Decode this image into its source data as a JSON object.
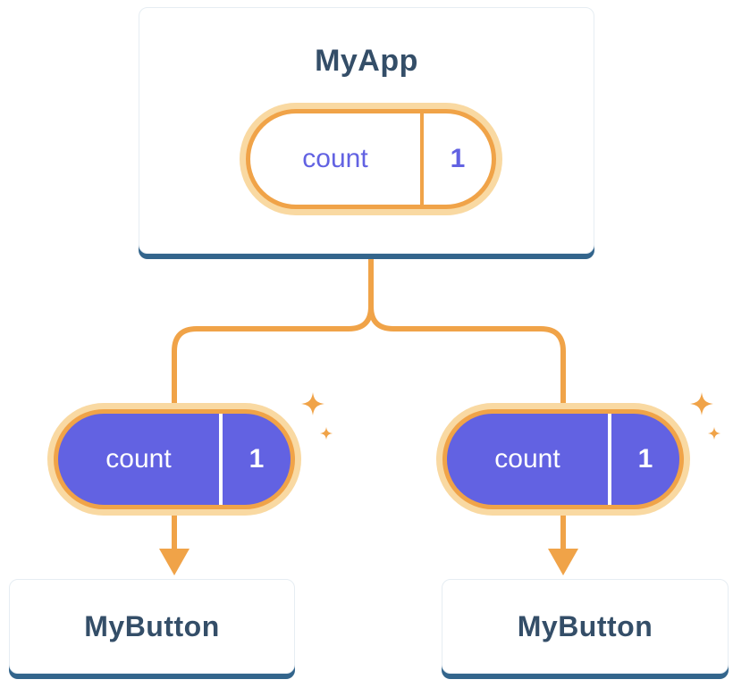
{
  "app": {
    "title": "MyApp",
    "state_name": "count",
    "state_value": "1"
  },
  "left_pill": {
    "state_name": "count",
    "state_value": "1"
  },
  "right_pill": {
    "state_name": "count",
    "state_value": "1"
  },
  "left_button": {
    "title": "MyButton"
  },
  "right_button": {
    "title": "MyButton"
  },
  "icons": {
    "sparkle": "✦",
    "arrow": "▼"
  },
  "colors": {
    "orange": "#F0A348",
    "orange_light": "#F9D9A2",
    "purple": "#6262E2",
    "navy": "#344E68",
    "shadow": "#33658C",
    "card_border": "#E6EDF3"
  }
}
